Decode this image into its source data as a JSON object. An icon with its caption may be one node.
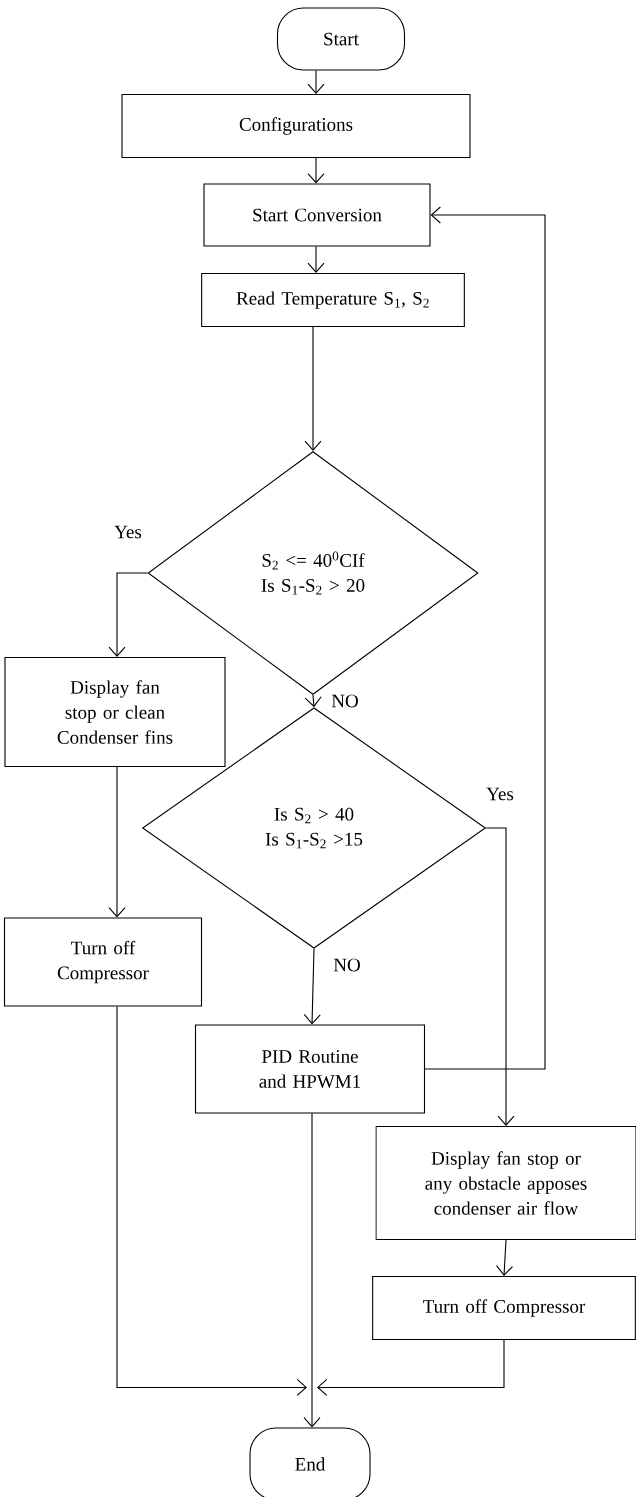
{
  "diagram": {
    "nodes": [
      {
        "text": [
          "Start"
        ]
      },
      {
        "text": [
          "Configurations"
        ]
      },
      {
        "text": [
          "Start Conversion"
        ]
      },
      {
        "text": [
          "Read Temperature S$_{1}$, S$_{2}$"
        ]
      },
      {
        "text": [
          "S$_{2}$ <= 40$^{0}$CIf",
          "Is S$_{1}$-S$_{2}$ > 20"
        ]
      },
      {
        "text": [
          "Display fan stop or clean Condenser fins"
        ]
      },
      {
        "text": [
          "Is S$_{2}$ > 40",
          "Is S$_{1}$-S$_{2}$ >15"
        ]
      },
      {
        "text": [
          "Turn off Compressor"
        ]
      },
      {
        "text": [
          "PID Routine and HPWM1"
        ]
      },
      {
        "text": [
          "Display fan stop or any obstacle apposes condenser air flow"
        ]
      },
      {
        "text": [
          "Turn off Compressor"
        ]
      },
      {
        "text": [
          "End"
        ]
      }
    ],
    "edges": [
      {
        "from": 0,
        "to": 1,
        "arrow": "to"
      },
      {
        "from": 1,
        "to": 2,
        "arrow": "to"
      },
      {
        "from": 2,
        "to": 3,
        "arrow": "to"
      },
      {
        "from": 3,
        "to": 4,
        "arrow": "to"
      },
      {
        "from": 4,
        "to": 5,
        "arrow": "to",
        "label": "Yes"
      },
      {
        "from": 4,
        "to": 6,
        "arrow": "to",
        "label": "NO"
      },
      {
        "from": 6,
        "to": 8,
        "arrow": "to",
        "label": "NO"
      },
      {
        "from": 6,
        "to": 9,
        "arrow": "to",
        "label": "Yes"
      },
      {
        "from": 8,
        "to": 2,
        "arrow": "to"
      },
      {
        "from": 5,
        "to": 7,
        "arrow": "to"
      },
      {
        "from": 7,
        "to": 11,
        "arrow": "to"
      },
      {
        "from": 8,
        "to": 11,
        "arrow": "to"
      },
      {
        "from": 9,
        "to": 10,
        "arrow": "to"
      },
      {
        "from": 10,
        "to": 11,
        "arrow": "to"
      }
    ]
  }
}
